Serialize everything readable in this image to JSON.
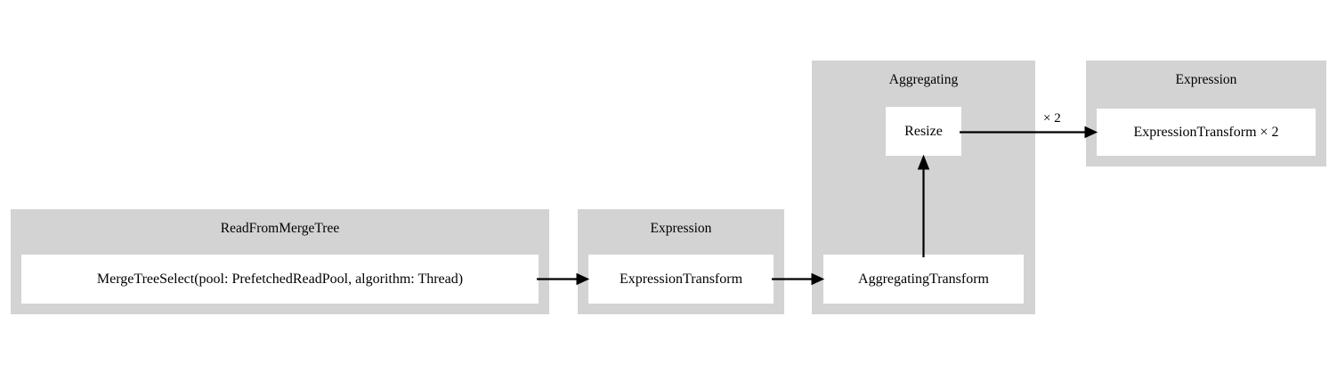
{
  "diagram": {
    "type": "pipeline-graph",
    "background": "#ffffff",
    "cluster_color": "#d3d3d3",
    "node_color": "#ffffff",
    "edge_color": "#000000",
    "clusters": [
      {
        "id": "read-from-merge-tree",
        "label": "ReadFromMergeTree",
        "nodes": [
          {
            "id": "merge-tree-select",
            "label": "MergeTreeSelect(pool: PrefetchedReadPool, algorithm: Thread)"
          }
        ]
      },
      {
        "id": "expression-1",
        "label": "Expression",
        "nodes": [
          {
            "id": "expression-transform",
            "label": "ExpressionTransform"
          }
        ]
      },
      {
        "id": "aggregating",
        "label": "Aggregating",
        "nodes": [
          {
            "id": "resize",
            "label": "Resize"
          },
          {
            "id": "aggregating-transform",
            "label": "AggregatingTransform"
          }
        ]
      },
      {
        "id": "expression-2",
        "label": "Expression",
        "nodes": [
          {
            "id": "expression-transform-x2",
            "label": "ExpressionTransform × 2"
          }
        ]
      }
    ],
    "edges": [
      {
        "id": "edge-select-to-expression",
        "from": "merge-tree-select",
        "to": "expression-transform",
        "label": ""
      },
      {
        "id": "edge-expression-to-aggregating",
        "from": "expression-transform",
        "to": "aggregating-transform",
        "label": ""
      },
      {
        "id": "edge-aggregating-to-resize",
        "from": "aggregating-transform",
        "to": "resize",
        "label": ""
      },
      {
        "id": "edge-resize-to-expression2",
        "from": "resize",
        "to": "expression-transform-x2",
        "label": "× 2"
      }
    ]
  }
}
